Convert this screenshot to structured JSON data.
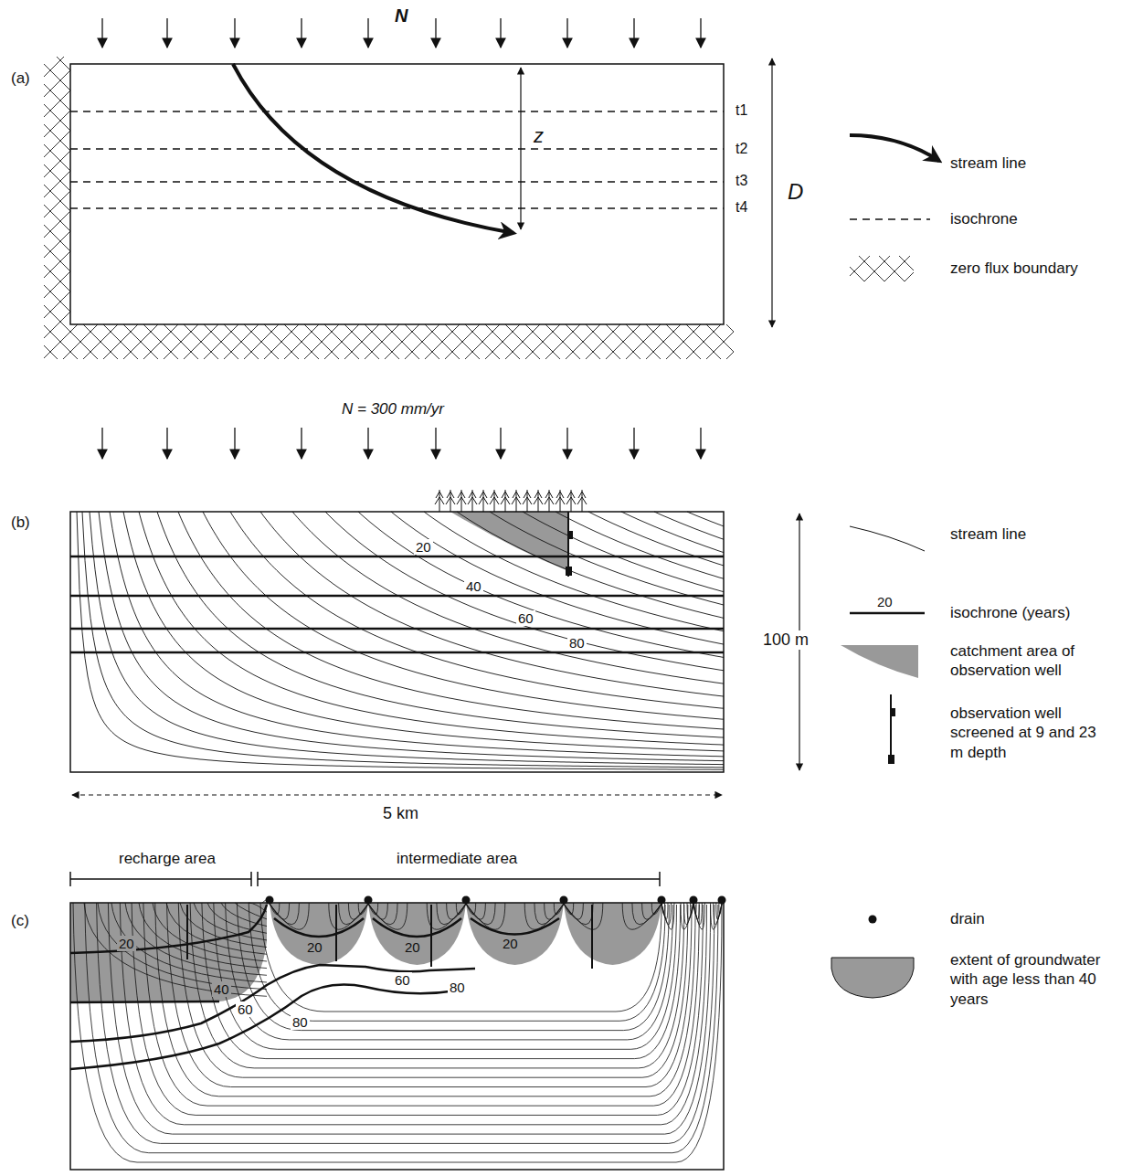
{
  "diagram": {
    "labels": [
      "(a)",
      "N",
      "z",
      "D",
      "t1",
      "t2",
      "t3",
      "t4",
      "N = 300 mm/yr",
      "(b)",
      "20",
      "40",
      "60",
      "80",
      "100 m",
      "5 km",
      "recharge area",
      "intermediate area",
      "(c)",
      "20",
      "40",
      "60",
      "80",
      "20",
      "60",
      "80",
      "20",
      "20",
      "20"
    ],
    "legend": [
      {
        "text": "stream line"
      },
      {
        "text": "isochrone"
      },
      {
        "text": "zero flux boundary"
      },
      {
        "text": "stream line"
      },
      {
        "text": "isochrone (years)"
      },
      {
        "text": "catchment area of observation well"
      },
      {
        "text": "observation well screened at 9 and 23 m depth"
      },
      {
        "text": "drain"
      },
      {
        "text": "extent of groundwater with age less than 40 years"
      }
    ]
  }
}
